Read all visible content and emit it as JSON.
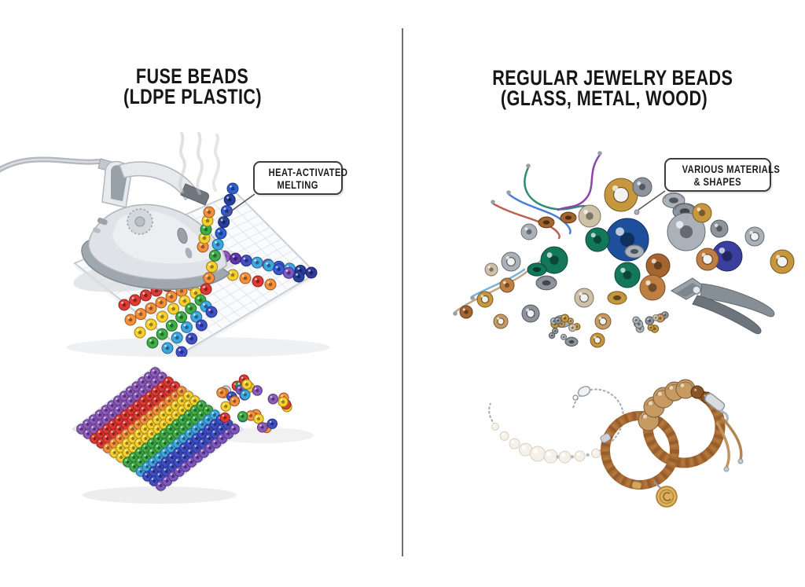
{
  "header": {
    "left": {
      "title_line1": "FUSE BEADS",
      "title_line2": "(LDPE PLASTIC)"
    },
    "right": {
      "title_line1": "REGULAR JEWELRY BEADS",
      "title_line2": "(GLASS, METAL, WOOD)"
    }
  },
  "callouts": {
    "left": {
      "line1": "HEAT-ACTIVATED",
      "line2": "MELTING"
    },
    "right": {
      "line1": "VARIOUS MATERIALS",
      "line2": "& SHAPES"
    }
  },
  "colors": {
    "text": "#161616",
    "divider": "#6e6e6e",
    "callout_border": "#3d3d3d",
    "rainbow": [
      "#8e5bbf",
      "#e03a34",
      "#f68f3c",
      "#f7d02e",
      "#3fae49",
      "#3fa7e0",
      "#4050c8",
      "#7e57c2"
    ],
    "pile_extra": "#c9ccd1",
    "blues": [
      "#2f5fd0",
      "#27409e",
      "#3558d6",
      "#2b4bbf"
    ],
    "materials": {
      "gold": "#c6973f",
      "silver": "#aab1b9",
      "pewter": "#8d949c",
      "blue_glass": "#1d4f9c",
      "green_glass": "#13775a",
      "indigo_glass": "#3a3f9e",
      "wood": "#a5652f",
      "copper": "#bf7f43",
      "bone": "#cfc0a8",
      "tan": "#c79a62"
    },
    "cords": [
      "#2e8b74",
      "#8e44ad",
      "#4a7fd4",
      "#c0604f",
      "#c2a382",
      "#7ab3d9"
    ],
    "leather": "#a96c35",
    "wood_bead": "#c79a62",
    "dark_wood_bead": "#8a5526",
    "pearl": "#f5f1e8",
    "charm_gold": "#dcb05e",
    "smoke": "#c8c8c8"
  }
}
